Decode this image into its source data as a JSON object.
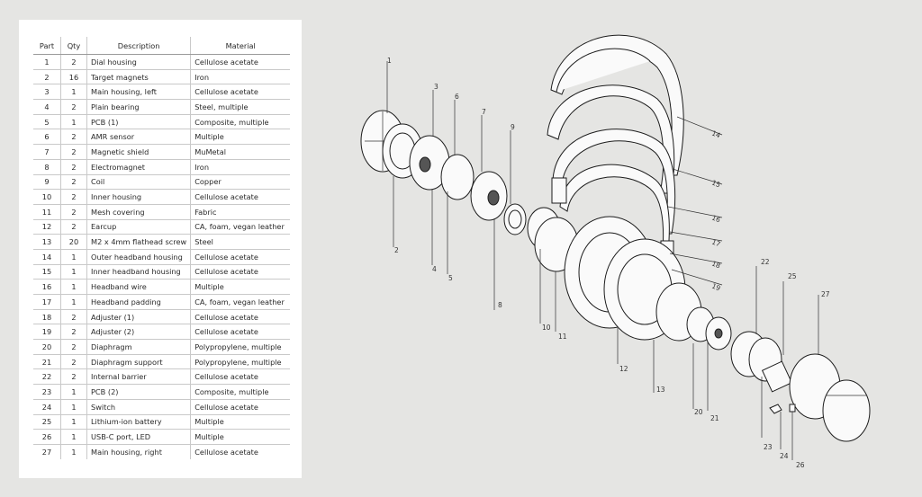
{
  "table": {
    "headers": {
      "part": "Part",
      "qty": "Qty",
      "description": "Description",
      "material": "Material"
    },
    "rows": [
      {
        "part": "1",
        "qty": "2",
        "description": "Dial housing",
        "material": "Cellulose acetate"
      },
      {
        "part": "2",
        "qty": "16",
        "description": "Target magnets",
        "material": "Iron"
      },
      {
        "part": "3",
        "qty": "1",
        "description": "Main housing, left",
        "material": "Cellulose acetate"
      },
      {
        "part": "4",
        "qty": "2",
        "description": "Plain bearing",
        "material": "Steel, multiple"
      },
      {
        "part": "5",
        "qty": "1",
        "description": "PCB (1)",
        "material": "Composite, multiple"
      },
      {
        "part": "6",
        "qty": "2",
        "description": "AMR sensor",
        "material": "Multiple"
      },
      {
        "part": "7",
        "qty": "2",
        "description": "Magnetic shield",
        "material": "MuMetal"
      },
      {
        "part": "8",
        "qty": "2",
        "description": "Electromagnet",
        "material": "Iron"
      },
      {
        "part": "9",
        "qty": "2",
        "description": "Coil",
        "material": "Copper"
      },
      {
        "part": "10",
        "qty": "2",
        "description": "Inner housing",
        "material": "Cellulose acetate"
      },
      {
        "part": "11",
        "qty": "2",
        "description": "Mesh covering",
        "material": "Fabric"
      },
      {
        "part": "12",
        "qty": "2",
        "description": "Earcup",
        "material": "CA, foam, vegan leather"
      },
      {
        "part": "13",
        "qty": "20",
        "description": "M2 x 4mm flathead screw",
        "material": "Steel"
      },
      {
        "part": "14",
        "qty": "1",
        "description": "Outer headband housing",
        "material": "Cellulose acetate"
      },
      {
        "part": "15",
        "qty": "1",
        "description": "Inner headband housing",
        "material": "Cellulose acetate"
      },
      {
        "part": "16",
        "qty": "1",
        "description": "Headband wire",
        "material": "Multiple"
      },
      {
        "part": "17",
        "qty": "1",
        "description": "Headband padding",
        "material": "CA, foam, vegan leather"
      },
      {
        "part": "18",
        "qty": "2",
        "description": "Adjuster (1)",
        "material": "Cellulose acetate"
      },
      {
        "part": "19",
        "qty": "2",
        "description": "Adjuster (2)",
        "material": "Cellulose acetate"
      },
      {
        "part": "20",
        "qty": "2",
        "description": "Diaphragm",
        "material": "Polypropylene, multiple"
      },
      {
        "part": "21",
        "qty": "2",
        "description": "Diaphragm support",
        "material": "Polypropylene, multiple"
      },
      {
        "part": "22",
        "qty": "2",
        "description": "Internal barrier",
        "material": "Cellulose acetate"
      },
      {
        "part": "23",
        "qty": "1",
        "description": "PCB (2)",
        "material": "Composite, multiple"
      },
      {
        "part": "24",
        "qty": "1",
        "description": "Switch",
        "material": "Cellulose acetate"
      },
      {
        "part": "25",
        "qty": "1",
        "description": "Lithium-ion battery",
        "material": "Multiple"
      },
      {
        "part": "26",
        "qty": "1",
        "description": "USB-C port, LED",
        "material": "Multiple"
      },
      {
        "part": "27",
        "qty": "1",
        "description": "Main housing, right",
        "material": "Cellulose acetate"
      }
    ]
  },
  "callouts": [
    "1",
    "2",
    "3",
    "4",
    "5",
    "6",
    "7",
    "8",
    "9",
    "10",
    "11",
    "12",
    "13",
    "14",
    "15",
    "16",
    "17",
    "18",
    "19",
    "20",
    "21",
    "22",
    "23",
    "24",
    "25",
    "26",
    "27"
  ]
}
